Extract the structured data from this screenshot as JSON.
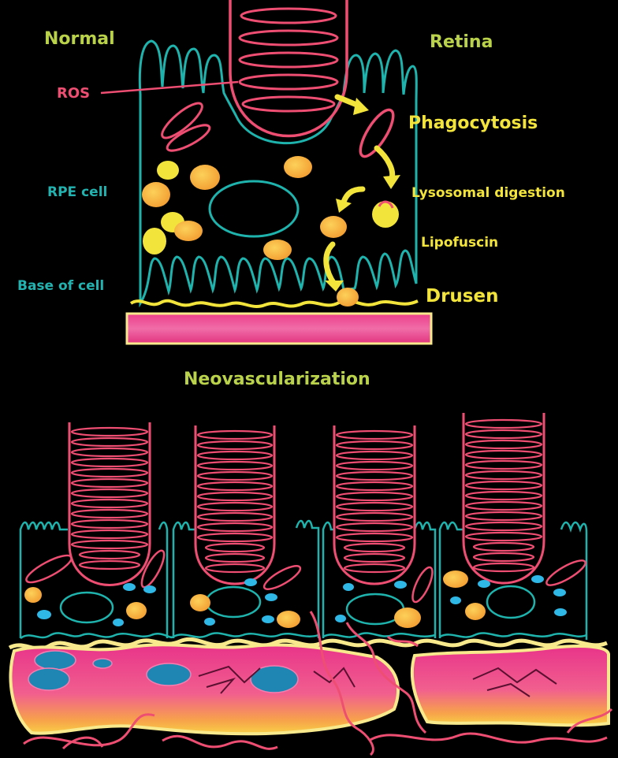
{
  "labels": {
    "normal": "Normal",
    "retina": "Retina",
    "ros": "ROS",
    "phagocytosis": "Phagocytosis",
    "rpe_cell": "RPE cell",
    "lysosomal_digestion": "Lysosomal digestion",
    "lipofuscin": "Lipofuscin",
    "base_of_cell": "Base of cell",
    "drusen": "Drusen",
    "neovascularization": "Neovascularization"
  },
  "colors": {
    "background": "#000000",
    "cell_outline": "#1fb3ad",
    "ros": "#ef4e73",
    "lipofuscin": "#f2e43a",
    "granule_orange": "#f7b13c",
    "membrane": "#f7e98c",
    "vessel": "#ef3f86",
    "blue_granule": "#2fb7e6"
  },
  "icons": {
    "arrow": "yellow-curved-arrow"
  }
}
